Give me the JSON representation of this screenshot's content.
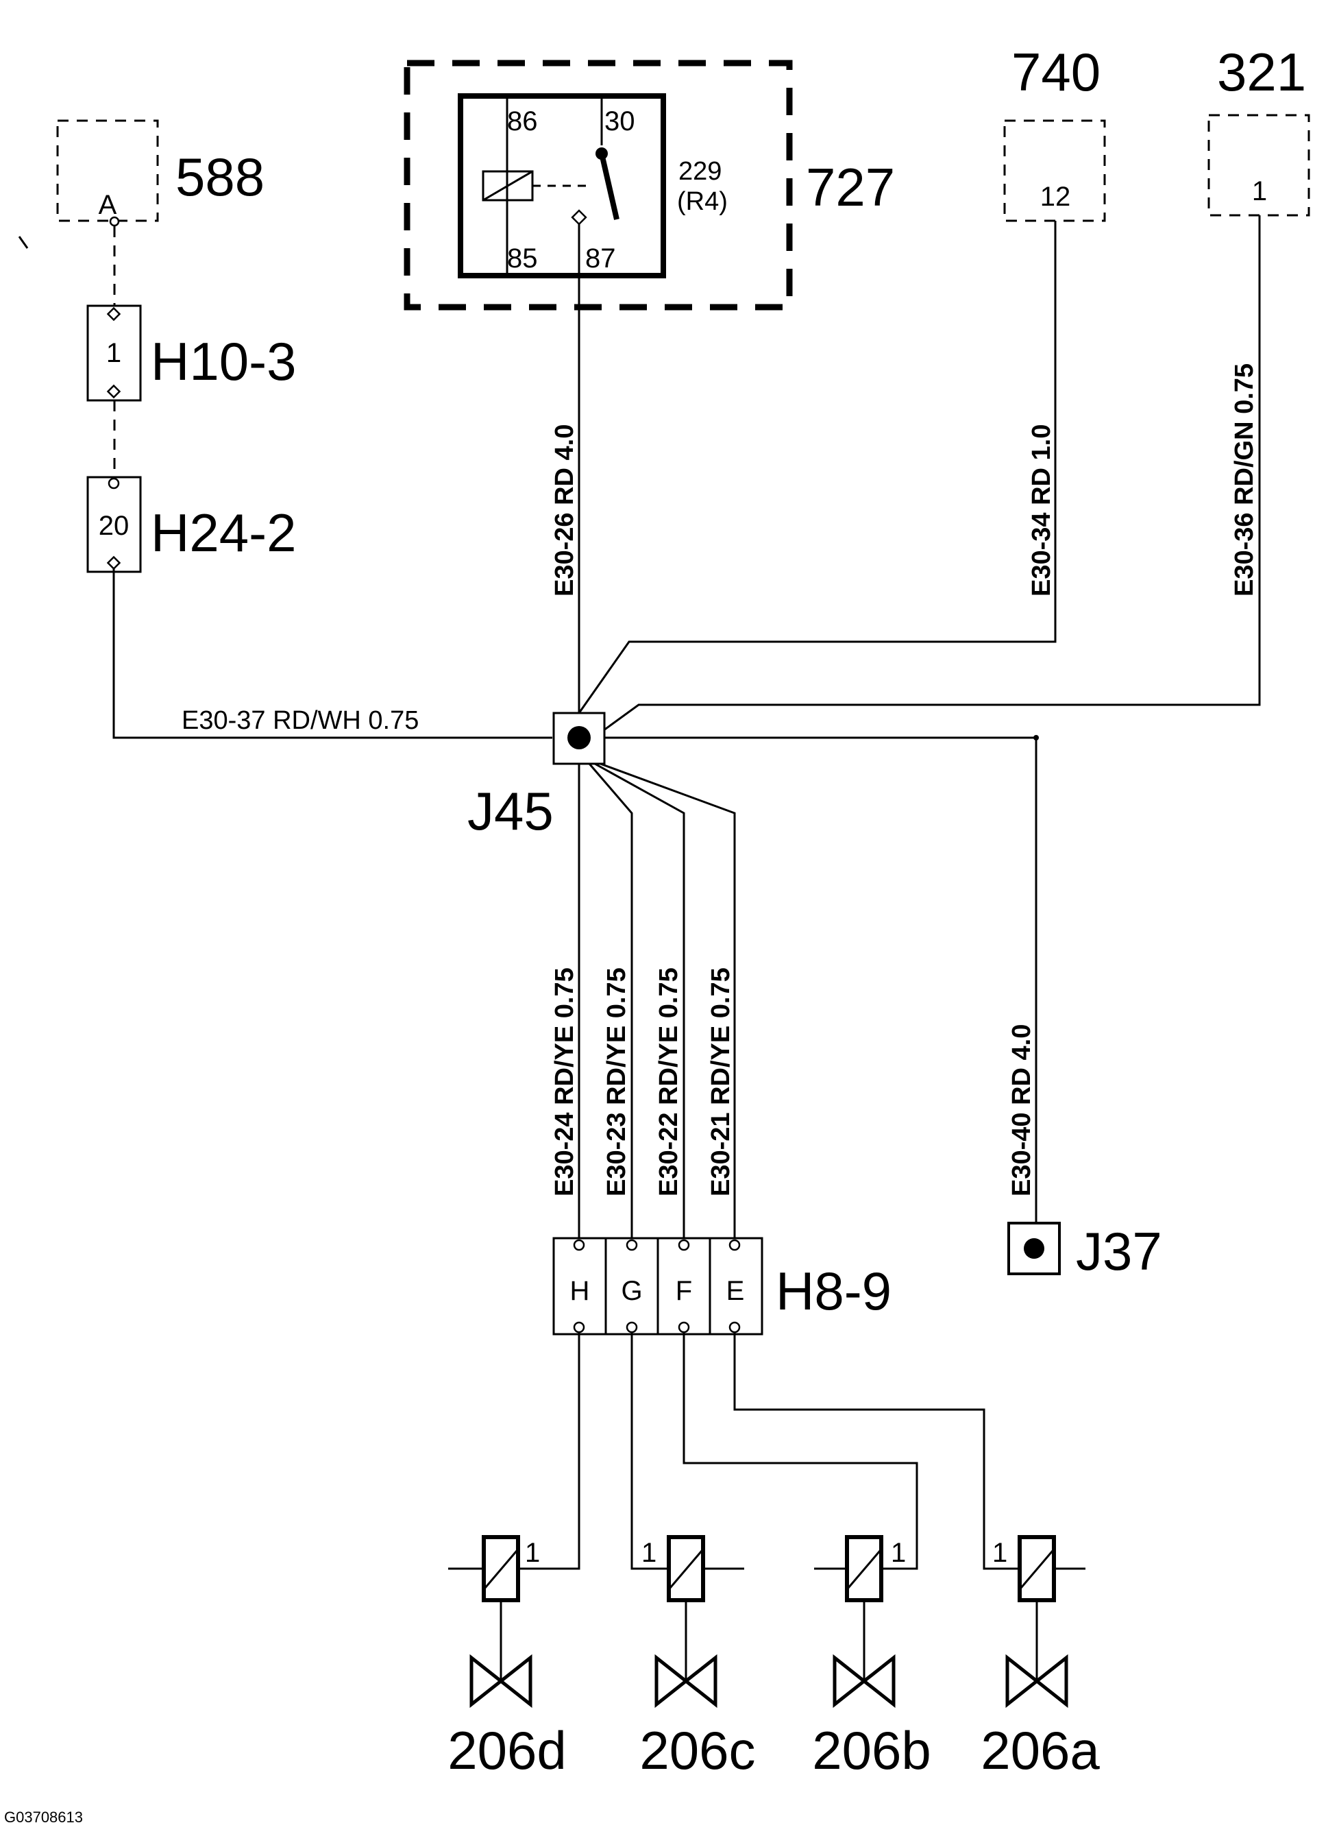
{
  "components": {
    "c588": {
      "id": "588",
      "pin": "A"
    },
    "c727": {
      "id": "727",
      "relay_id": "229",
      "relay_sub": "(R4)",
      "pins": [
        "86",
        "30",
        "85",
        "87"
      ]
    },
    "c740": {
      "id": "740",
      "pin": "12"
    },
    "c321": {
      "id": "321",
      "pin": "1"
    },
    "h10": {
      "id": "H10-3",
      "pin": "1"
    },
    "h24": {
      "id": "H24-2",
      "pin": "20"
    },
    "j45": {
      "id": "J45"
    },
    "j37": {
      "id": "J37"
    },
    "h8": {
      "id": "H8-9",
      "pins": [
        "H",
        "G",
        "F",
        "E"
      ]
    },
    "valves": [
      {
        "id": "206d",
        "pin": "1"
      },
      {
        "id": "206c",
        "pin": "1"
      },
      {
        "id": "206b",
        "pin": "1"
      },
      {
        "id": "206a",
        "pin": "1"
      }
    ]
  },
  "wires": {
    "w26": "E30-26 RD 4.0",
    "w34": "E30-34 RD 1.0",
    "w36": "E30-36 RD/GN 0.75",
    "w37": "E30-37 RD/WH 0.75",
    "w24": "E30-24 RD/YE 0.75",
    "w23": "E30-23 RD/YE 0.75",
    "w22": "E30-22 RD/YE 0.75",
    "w21": "E30-21 RD/YE 0.75",
    "w40": "E30-40 RD 4.0"
  },
  "footer": {
    "code": "G03708613"
  }
}
